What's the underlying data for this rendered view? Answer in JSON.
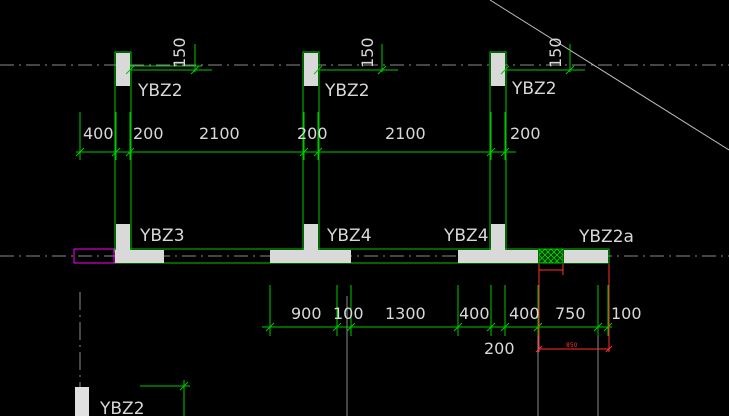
{
  "colors": {
    "background": "#000000",
    "wall": "#00c800",
    "column_fill": "#d9d9d9",
    "label_text": "#d8d8d8",
    "axis": "#9a9a9a",
    "highlight": "#ff2020",
    "magenta": "#ff00ff"
  },
  "columns": {
    "top_left": "YBZ2",
    "top_mid": "YBZ2",
    "top_right": "YBZ2",
    "base_left": "YBZ3",
    "base_mid": "YBZ4",
    "base_right": "YBZ4",
    "base_end": "YBZ2a",
    "bottom_left": "YBZ2"
  },
  "dimensions": {
    "tick_top_left": "150",
    "tick_top_mid": "150",
    "tick_top_right": "150",
    "upper": [
      "400",
      "200",
      "2100",
      "200",
      "2100",
      "200"
    ],
    "lower": [
      "900",
      "100",
      "1300",
      "400",
      "400",
      "750",
      "100"
    ],
    "lower_extra": "200",
    "highlight_small": "850"
  }
}
